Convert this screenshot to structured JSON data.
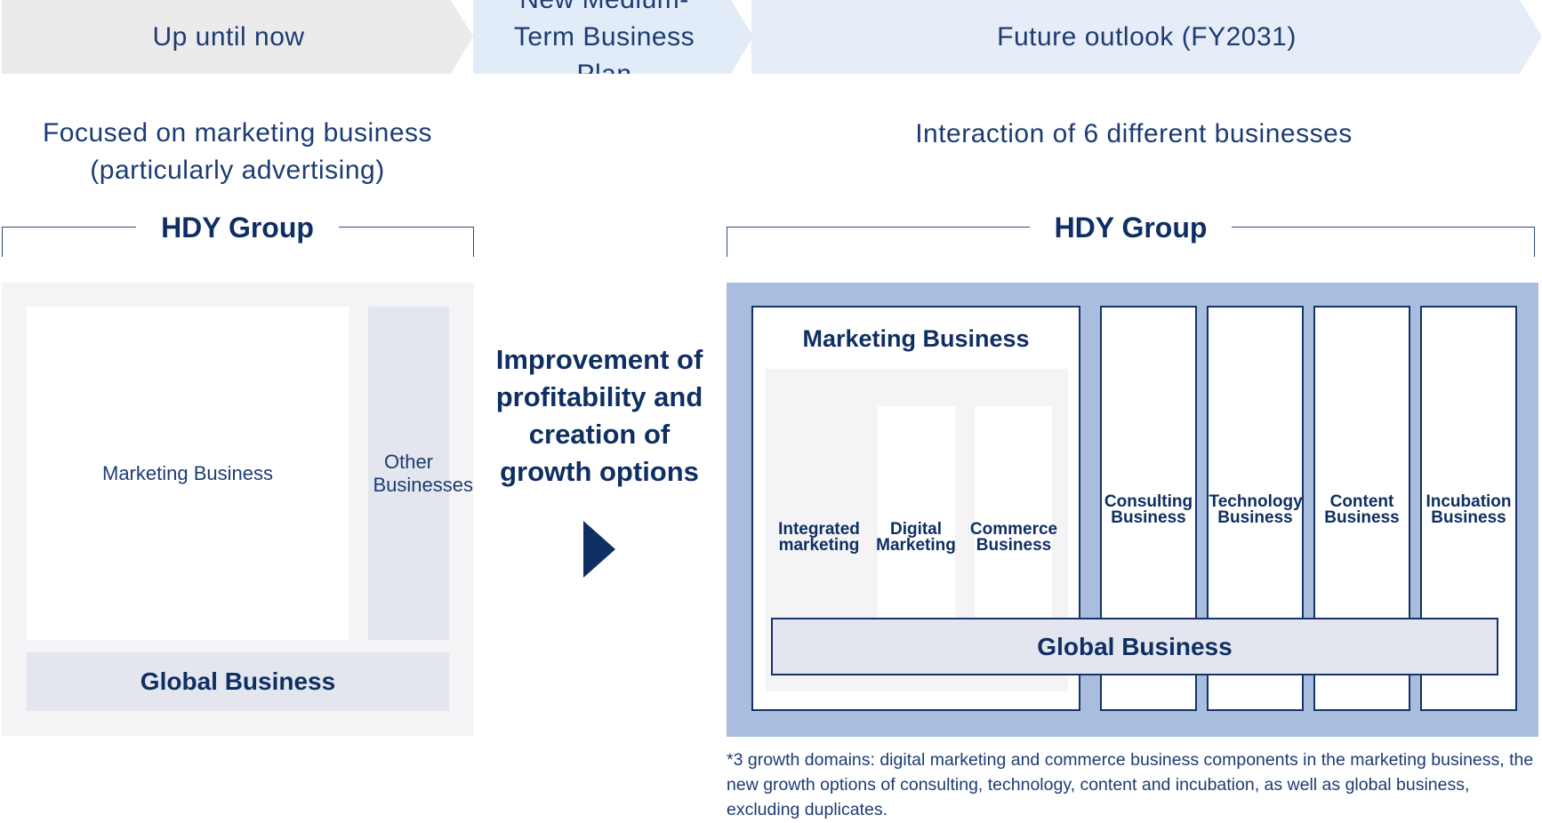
{
  "timeline": {
    "past": "Up until now",
    "plan": "New Medium-Term Business Plan",
    "future": "Future outlook (FY2031)"
  },
  "left": {
    "subtitle": "Focused on marketing business (particularly advertising)",
    "group_title": "HDY Group",
    "marketing": "Marketing Business",
    "other": "Other Businesses",
    "global": "Global Business"
  },
  "transition": {
    "label": "Improvement of profitability and creation of growth options",
    "icon": "play-triangle-icon"
  },
  "right": {
    "subtitle": "Interaction of 6 different businesses",
    "group_title": "HDY Group",
    "marketing_title": "Marketing Business",
    "sub_integrated": "Integrated marketing",
    "sub_digital": "Digital Marketing",
    "sub_commerce": "Commerce Business",
    "consulting": "Consulting Business",
    "technology": "Technology Business",
    "content": "Content Business",
    "incubation": "Incubation Business",
    "global": "Global Business"
  },
  "footnote": "*3 growth domains: digital marketing and commerce business components in the marketing business, the new growth options of consulting, technology, content and incubation, as well as global business, excluding duplicates.",
  "colors": {
    "navy": "#0f2f63",
    "blue_panel": "#a9bede",
    "pale": "#e3e6ef",
    "light": "#f4f4f6"
  }
}
